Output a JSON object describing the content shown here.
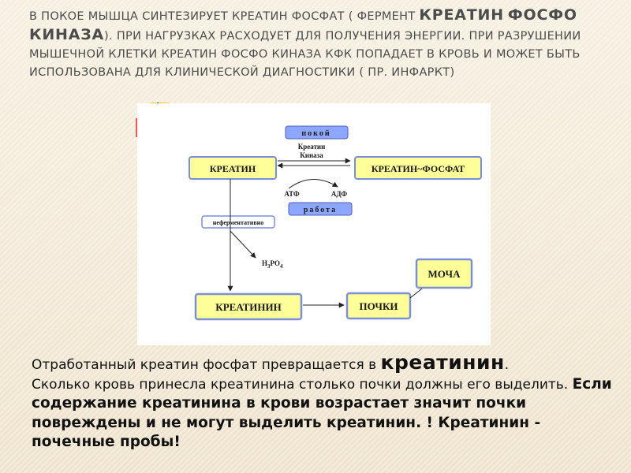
{
  "title": {
    "part1": "В покое мышца синтезирует креатин фосфат ( фермент ",
    "emph1": "Креатин",
    "emph2": "фосфо киназа",
    "part2": "). при нагрузках расходует  для получения энергии. При разрушении мышечной клетки креатин фосфо киназа КФК попадает в кровь и может быть использована для клинической диагностики ( пр. инфаркт)"
  },
  "diagram": {
    "rest_label": "покой",
    "enzyme_line1": "Креатин",
    "enzyme_line2": "Киназа",
    "creatine": "КРЕАТИН",
    "creatine_phosphate": "КРЕАТИН~ФОСФАТ",
    "atp": "АТФ",
    "adp": "АДФ",
    "work_label": "работа",
    "nonenzymatic": "неферментативно",
    "h3po4": "H",
    "h3po4_sub1": "3",
    "h3po4_mid": "PO",
    "h3po4_sub2": "4",
    "creatinine": "КРЕАТИНИН",
    "kidneys": "ПОЧКИ",
    "urine": "МОЧА"
  },
  "body": {
    "line1_a": "Отработанный креатин фосфат превращается в ",
    "line1_big": "креатинин",
    "line1_b": ".",
    "line2": "Сколько кровь принесла креатинина столько почки должны его выделить. ",
    "bold_text": "Если содержание креатинина в крови возрастает значит почки повреждены и не могут выделить креатинин. ! Креатинин - почечные пробы!"
  },
  "colors": {
    "box_fill": "#ffff99",
    "box_border": "#7b8fd8",
    "deco_yellow": "#ffd23a",
    "deco_red": "#ff3b3b",
    "deco_blue": "#5a6fe0"
  }
}
